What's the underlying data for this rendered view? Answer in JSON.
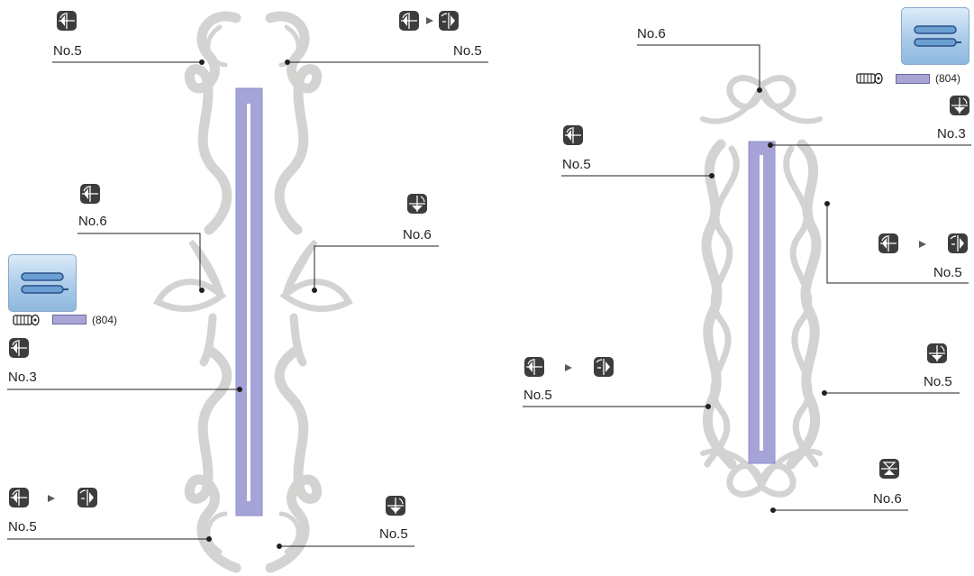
{
  "left_design": {
    "label_top_left": "No.5",
    "label_top_right": "No.5",
    "label_mid_left": "No.6",
    "label_mid_right": "No.6",
    "label_center": "No.3",
    "label_bottom_left": "No.5",
    "label_bottom_right": "No.5",
    "thread_code": "(804)"
  },
  "right_design": {
    "label_top": "No.6",
    "label_upper_left": "No.5",
    "label_top_right": "No.3",
    "label_mid_right": "No.5",
    "label_lower_left": "No.5",
    "label_lower_right": "No.5",
    "label_bottom": "No.6",
    "thread_code": "(804)"
  },
  "colors": {
    "bar_fill": "#a5a3d8",
    "bar_edge": "#8f8cc8",
    "ornament": "#d3d4d2",
    "icon_bg": "#3d3d3d",
    "line": "#231f20",
    "thread_swatch": "#a8a5d6"
  }
}
